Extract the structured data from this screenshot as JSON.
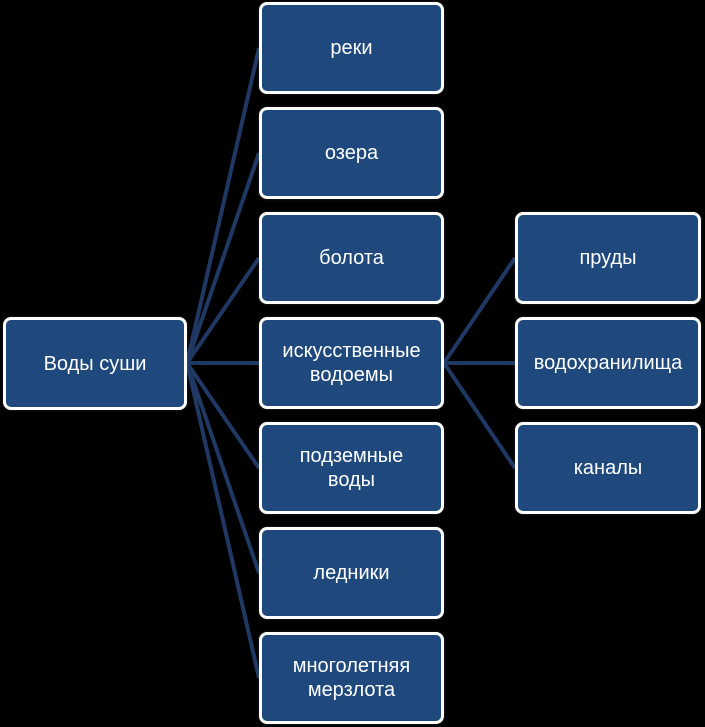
{
  "root": {
    "label": "Воды суши"
  },
  "branches": [
    {
      "label": "реки"
    },
    {
      "label": "озера"
    },
    {
      "label": "болота"
    },
    {
      "label": "искусственные\nводоемы"
    },
    {
      "label": "подземные\nводы"
    },
    {
      "label": "ледники"
    },
    {
      "label": "многолетняя\nмерзлота"
    }
  ],
  "sub_branches": [
    {
      "label": "пруды"
    },
    {
      "label": "водохранилища"
    },
    {
      "label": "каналы"
    }
  ],
  "colors": {
    "background": "#000000",
    "node_fill": "#1f497d",
    "node_border": "#ffffff",
    "connector": "#1f3864",
    "text": "#ffffff"
  }
}
